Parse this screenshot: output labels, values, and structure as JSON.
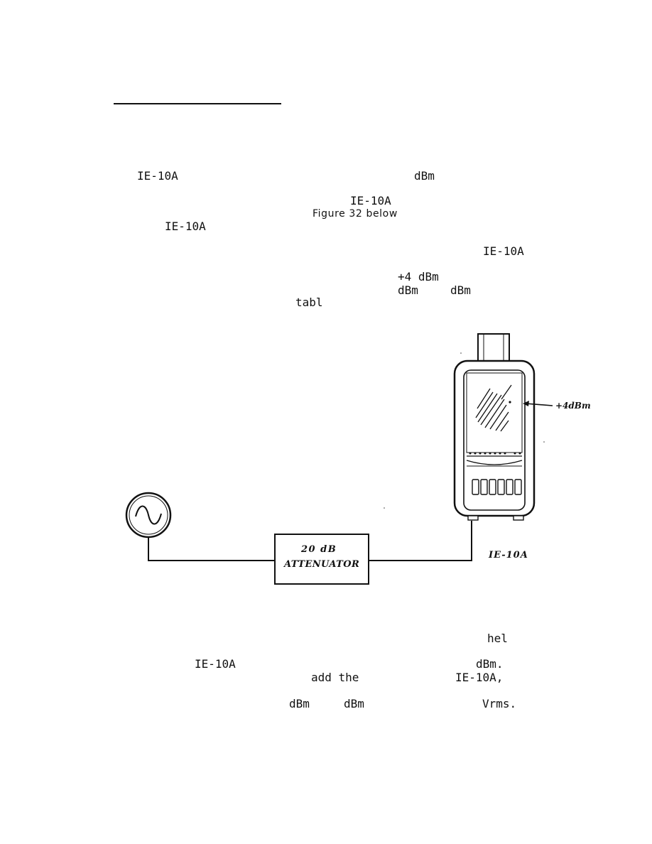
{
  "text_fragments": {
    "line1_model": "IE-10A",
    "line1_unit": "dBm",
    "line2_model": "IE-10A",
    "line3_figure": "Figure 32 below",
    "line4_model": "IE-10A",
    "line5_model": "IE-10A",
    "line6_level": "+4 dBm",
    "line7_unit_a": "dBm",
    "line7_unit_b": "dBm",
    "line8_partial": "tabl",
    "bottom1_partial": "hel",
    "bottom2_model": "IE-10A",
    "bottom2_unit": "dBm.",
    "bottom3_add": "add the",
    "bottom3_model": "IE-10A,",
    "bottom4_unit_a": "dBm",
    "bottom4_unit_b": "dBm",
    "bottom4_vrms": "Vrms."
  },
  "figure": {
    "attenuator_line1": "20 dB",
    "attenuator_line2": "ATTENUATOR",
    "meter_reading_label": "+4dBm",
    "device_label": "IE-10A",
    "signal_generator_icon": "sine-wave-icon",
    "display_digits": 6
  }
}
